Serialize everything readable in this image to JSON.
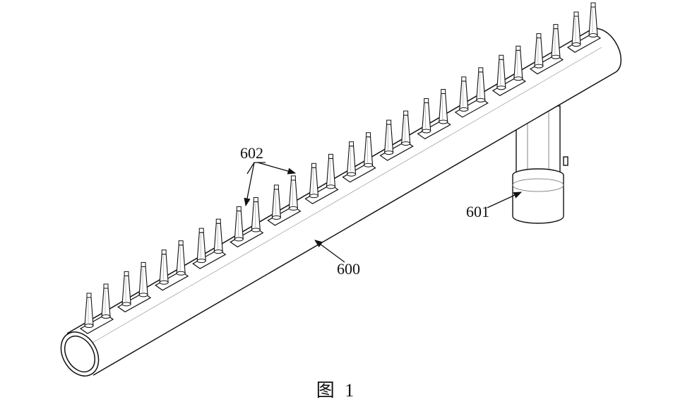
{
  "figure": {
    "caption": "图 1",
    "labels": {
      "pipe": "600",
      "support": "601",
      "nozzles": "602"
    },
    "nozzle_count": 28
  }
}
